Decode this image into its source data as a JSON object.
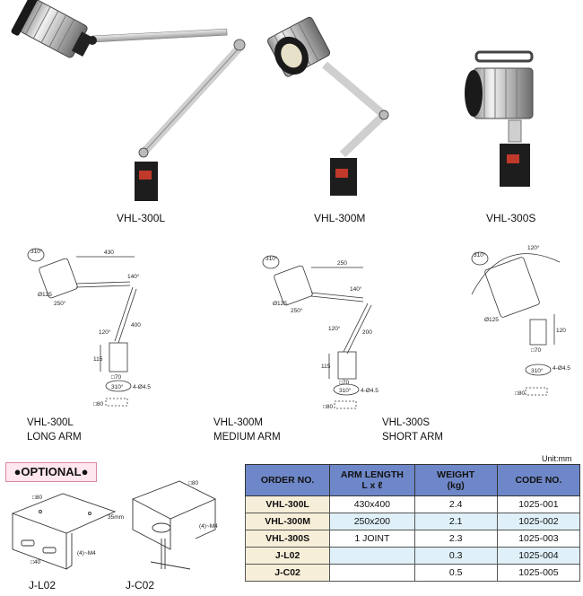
{
  "photos": [
    {
      "model": "VHL-300L"
    },
    {
      "model": "VHL-300M"
    },
    {
      "model": "VHL-300S"
    }
  ],
  "drawings": {
    "l": {
      "model": "VHL-300L",
      "arm": "LONG ARM",
      "dims": {
        "width": "430",
        "rot": "310°",
        "head_dia": "Ø125",
        "head_angle": "250°",
        "joint": "140°",
        "arm_len": "400",
        "base_angle": "120°",
        "base_h": "115",
        "base_w": "□70",
        "base_rot": "310°",
        "holes": "4-Ø4.5",
        "mount": "□80"
      }
    },
    "m": {
      "model": "VHL-300M",
      "arm": "MEDIUM ARM",
      "dims": {
        "width": "250",
        "rot": "310°",
        "head_dia": "Ø125",
        "head_angle": "250°",
        "joint": "140°",
        "arm_len": "200",
        "base_angle": "120°",
        "base_h": "115",
        "base_w": "□70",
        "base_rot": "310°",
        "holes": "4-Ø4.5",
        "mount": "□80"
      }
    },
    "s": {
      "model": "VHL-300S",
      "arm": "SHORT ARM",
      "dims": {
        "angle": "120°",
        "rot": "310°",
        "head_dia": "Ø125",
        "height": "120",
        "base_w": "□70",
        "base_rot": "310°",
        "holes": "4-Ø4.5",
        "mount": "□80"
      }
    }
  },
  "optional": {
    "title": "●OPTIONAL●",
    "jl02": {
      "label": "J-L02",
      "top": "□80",
      "bottom": "□40",
      "screw": "(4)~M4"
    },
    "jc02": {
      "label": "J-C02",
      "top": "□80",
      "height": "35mm",
      "screw": "(4)~M4"
    }
  },
  "table": {
    "unit": "Unit:mm",
    "headers": [
      "ORDER NO.",
      "ARM LENGTH",
      "L x ℓ",
      "WEIGHT",
      "(kg)",
      "CODE NO."
    ],
    "rows": [
      {
        "order": "VHL-300L",
        "arm": "430x400",
        "weight": "2.4",
        "code": "1025-001"
      },
      {
        "order": "VHL-300M",
        "arm": "250x200",
        "weight": "2.1",
        "code": "1025-002"
      },
      {
        "order": "VHL-300S",
        "arm": "1 JOINT",
        "weight": "2.3",
        "code": "1025-003"
      },
      {
        "order": "J-L02",
        "arm": "",
        "weight": "0.3",
        "code": "1025-004"
      },
      {
        "order": "J-C02",
        "arm": "",
        "weight": "0.5",
        "code": "1025-005"
      }
    ]
  }
}
